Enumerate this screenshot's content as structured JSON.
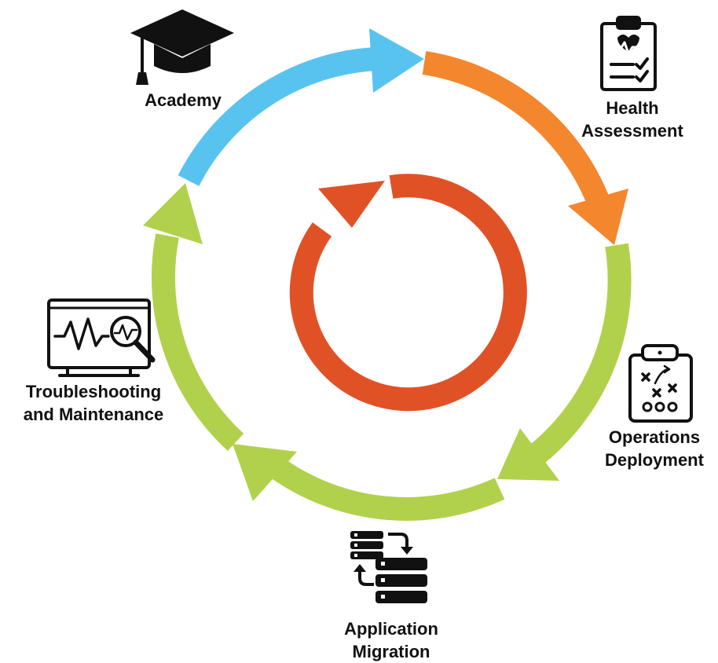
{
  "colors": {
    "academy_arrow": "#59C3F0",
    "health_arrow": "#F4862E",
    "green_arrows": "#B1D14C",
    "inner_cycle": "#E05226",
    "icon": "#111111"
  },
  "stages": [
    {
      "id": "academy",
      "lines": [
        "Academy"
      ],
      "icon": "graduation-cap-icon"
    },
    {
      "id": "health",
      "lines": [
        "Health",
        "Assessment"
      ],
      "icon": "clipboard-heartbeat-icon"
    },
    {
      "id": "operations",
      "lines": [
        "Operations",
        "Deployment"
      ],
      "icon": "strategy-clipboard-icon"
    },
    {
      "id": "migration",
      "lines": [
        "Application",
        "Migration"
      ],
      "icon": "server-migration-icon"
    },
    {
      "id": "troubleshooting",
      "lines": [
        "Troubleshooting",
        "and Maintenance"
      ],
      "icon": "monitor-magnifier-icon"
    }
  ]
}
